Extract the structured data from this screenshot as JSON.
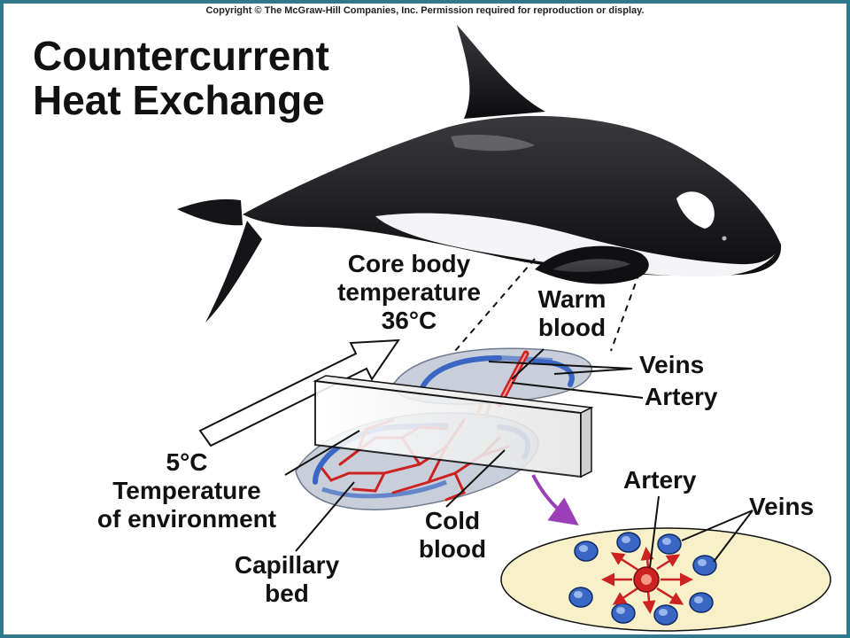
{
  "copyright": "Copyright © The McGraw-Hill Companies, Inc. Permission required for reproduction or display.",
  "title": [
    "Countercurrent",
    "Heat Exchange"
  ],
  "labels": {
    "core_body_temperature": [
      "Core body",
      "temperature",
      "36°C"
    ],
    "warm_blood": [
      "Warm",
      "blood"
    ],
    "veins_top": "Veins",
    "artery_top": "Artery",
    "environment_temperature": [
      "5°C",
      "Temperature",
      "of environment"
    ],
    "cold_blood": [
      "Cold",
      "blood"
    ],
    "capillary_bed": [
      "Capillary",
      "bed"
    ],
    "artery_section": "Artery",
    "veins_section": "Veins"
  },
  "colors": {
    "border": "#2e7a8a",
    "artery": "#cc2222",
    "vein": "#3a66c4",
    "cross_section_fill": "#f7f0c8",
    "arrow_purple": "#9b3fb8"
  }
}
